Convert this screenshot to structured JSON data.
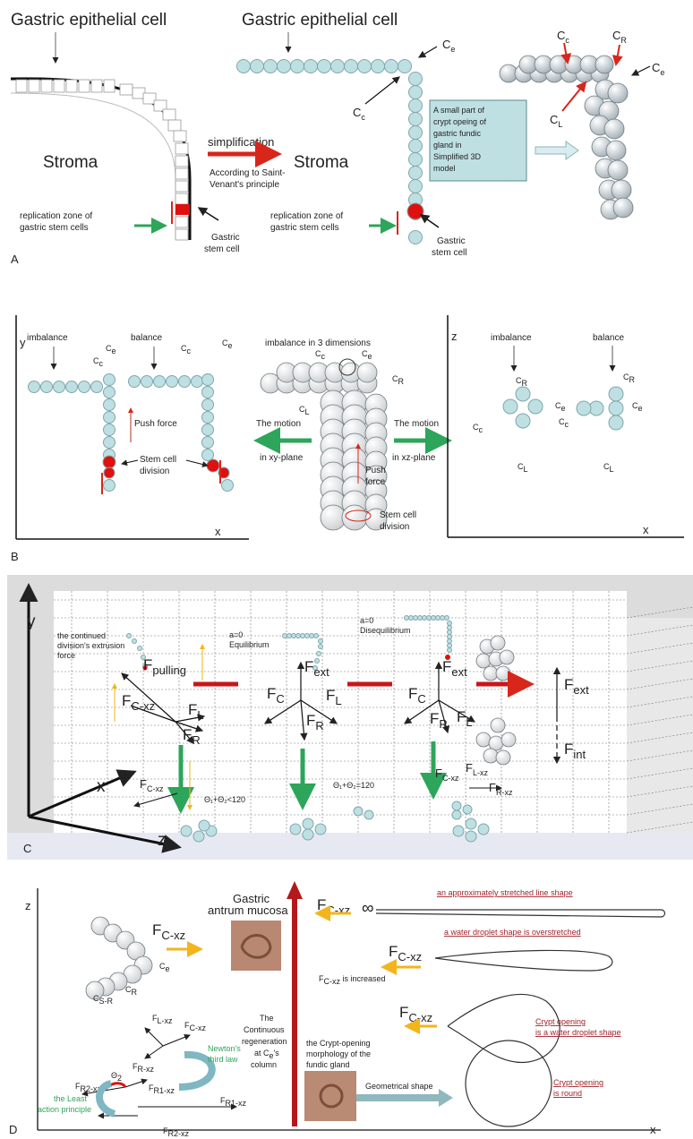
{
  "panelA": {
    "letter": "A",
    "epithelial_left": "Gastric epithelial cell",
    "epithelial_mid": "Gastric epithelial cell",
    "stroma_left": "Stroma",
    "stroma_mid": "Stroma",
    "simplification": "simplification",
    "saint_venant_1": "According to Saint-",
    "saint_venant_2": "Venant's principle",
    "replication_1": "replication zone of",
    "replication_2": "gastric stem cells",
    "gastric_stem_1": "Gastric",
    "gastric_stem_2": "stem cell",
    "box_lines": [
      "A small part of",
      "crypt opeing of",
      "gastric fundic",
      "gland in",
      "Simplified 3D",
      "model"
    ],
    "ce": "C",
    "ce_sub": "e",
    "cc": "C",
    "cc_sub": "c",
    "cr_sub": "R",
    "cl_sub": "L"
  },
  "panelB": {
    "letter": "B",
    "y": "y",
    "x": "x",
    "z": "z",
    "imbalance": "imbalance",
    "balance": "balance",
    "imbalance3d": "imbalance in 3 dimensions",
    "push_force": "Push force",
    "push": "Push",
    "force": "force",
    "stem_division_1": "Stem cell",
    "stem_division_2": "division",
    "motion_xy_1": "The motion",
    "motion_xy_2": "in xy-plane",
    "motion_xz_1": "The motion",
    "motion_xz_2": "in xz-plane"
  },
  "panelC": {
    "letter": "C",
    "y": "y",
    "x": "x",
    "z": "z",
    "extrusion_1": "the continued",
    "extrusion_2": "division's extrusion",
    "extrusion_3": "force",
    "eq_a": "a=0",
    "eq": "Equilibrium",
    "diseq_a": "a=0",
    "diseq": "Disequilibrium",
    "angle1": "Θ₁+Θ₂<120",
    "angle2": "Θ₁+Θ₂=120",
    "F": "F",
    "pulling": "pulling",
    "ext": "ext",
    "int": "int",
    "C": "C",
    "L": "L",
    "R": "R",
    "cxz": "C-xz",
    "lxz": "L-xz",
    "rxz": "R-xz"
  },
  "panelD": {
    "letter": "D",
    "z": "z",
    "x": "x",
    "gastric_1": "Gastric",
    "gastric_2": "antrum mucosa",
    "inf": "∞",
    "stretched_line": "an approximately stretched line shape",
    "overstretched": "a water droplet shape is overstretched",
    "increased": "F",
    "increased_sub": "C-xz",
    "increased_tail": " is  increased",
    "crypt_water_1": "Crypt opening",
    "crypt_water_2": "is a water droplet shape",
    "crypt_round_1": "Crypt opening",
    "crypt_round_2": "is round",
    "continuous": [
      "The",
      "Continuous",
      "regeneration",
      "at C",
      "column"
    ],
    "continuous_sub": "e",
    "continuous_tail": "'s",
    "crypt_morph": [
      "the Crypt-opening",
      "morphology of the",
      "fundic gland"
    ],
    "geometrical": "Geometrical shape",
    "newton_1": "Newton's",
    "newton_2": "third law",
    "least_1": "the Least",
    "least_2": "action principle",
    "ce": "C",
    "ce_sub": "e",
    "cr_sub": "R",
    "csr_sub": "S-R",
    "fr2": "R2-xz",
    "fr1": "R1-xz",
    "theta": "Θ",
    "theta_sub": "2"
  },
  "colors": {
    "cell_fill": "#bfe0e3",
    "cell_stroke": "#7fa7ad",
    "stem_red": "#e01010",
    "arrow_red": "#d8261b",
    "arrow_green": "#2da55a",
    "arrow_yellow": "#f2b51b",
    "box_fill": "#bfe0e3",
    "ribbon_red": "#b3191c",
    "link_red": "#a3222a"
  }
}
